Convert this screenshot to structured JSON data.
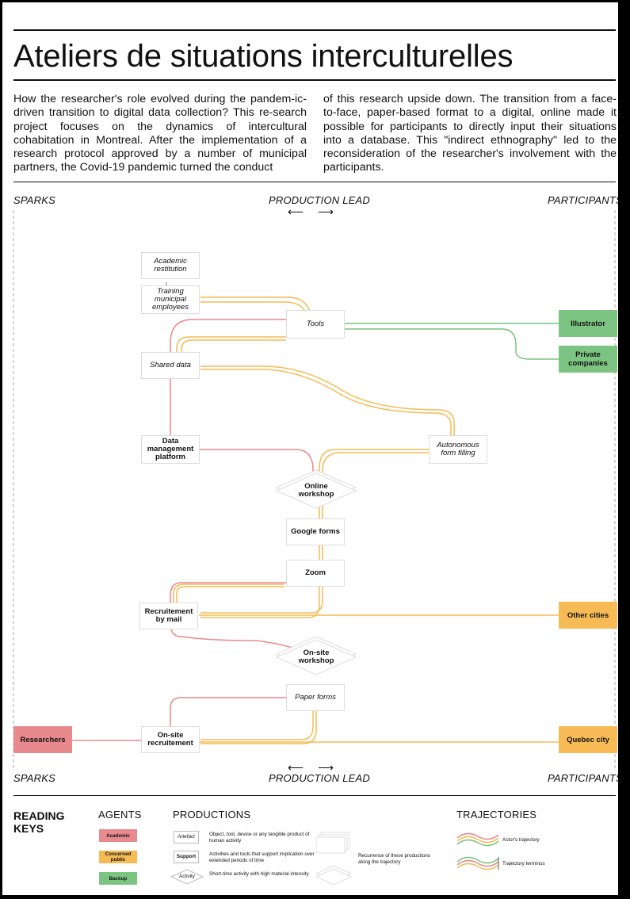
{
  "title": "Ateliers de situations interculturelles",
  "intro": {
    "left": "How the researcher's role evolved during the pandem-ic-driven transition to digital data collection? This re-search project focuses on the dynamics of intercultural cohabitation in Montreal. After the implementation of a research protocol approved by a number of municipal partners, the Covid-19 pandemic turned the conduct",
    "right": "of this research upside down. The transition from a face-to-face, paper-based format to a digital, online made it possible for participants to directly input their situations into a database. This \"indirect ethnography\" led to the reconsideration of the researcher's involvement with the participants."
  },
  "axis": {
    "left": "SPARKS",
    "center": "PRODUCTION LEAD",
    "right": "PARTICIPANTS",
    "arrow_left": "⟵",
    "arrow_right": "⟶"
  },
  "nodes": {
    "academic_restitution": "Academic restitution",
    "training": "Training municipal employees",
    "tools": "Tools",
    "shared_data": "Shared data",
    "data_platform": "Data management platform",
    "autonomous": "Autonomous form filling",
    "online_workshop": "Online workshop",
    "google_forms": "Google forms",
    "zoom": "Zoom",
    "recruitement_mail": "Recruitement by mail",
    "onsite_workshop": "On-site workshop",
    "paper_forms": "Paper forms",
    "onsite_recruitement": "On-site recruitement"
  },
  "agents": {
    "illustrator": "Illustrator",
    "private_companies": "Private companies",
    "other_cities": "Other cities",
    "researchers": "Researchers",
    "quebec_city": "Quebec city"
  },
  "colors": {
    "academic": "#e8898d",
    "public": "#f6bb55",
    "backup": "#7cc482",
    "border": "#dddddd"
  },
  "legend": {
    "title": "READING KEYS",
    "agents_title": "AGENTS",
    "agents": [
      "Academic",
      "Concerned public",
      "Backup"
    ],
    "productions_title": "PRODUCTIONS",
    "artefact_label": "Artefact",
    "artefact_desc": "Object, tool, device or any tangible product of human activity",
    "support_label": "Support",
    "support_desc": "Activities and tools that support implication over extended periods of time",
    "activity_label": "Activity",
    "activity_desc": "Short-time activity with high material intensity",
    "recurrence_desc": "Recurrence of these productions along the trajectory",
    "trajectories_title": "TRAJECTORIES",
    "actor_traj": "Actor's trajectory",
    "traj_terminus": "Trajectory terminus"
  }
}
